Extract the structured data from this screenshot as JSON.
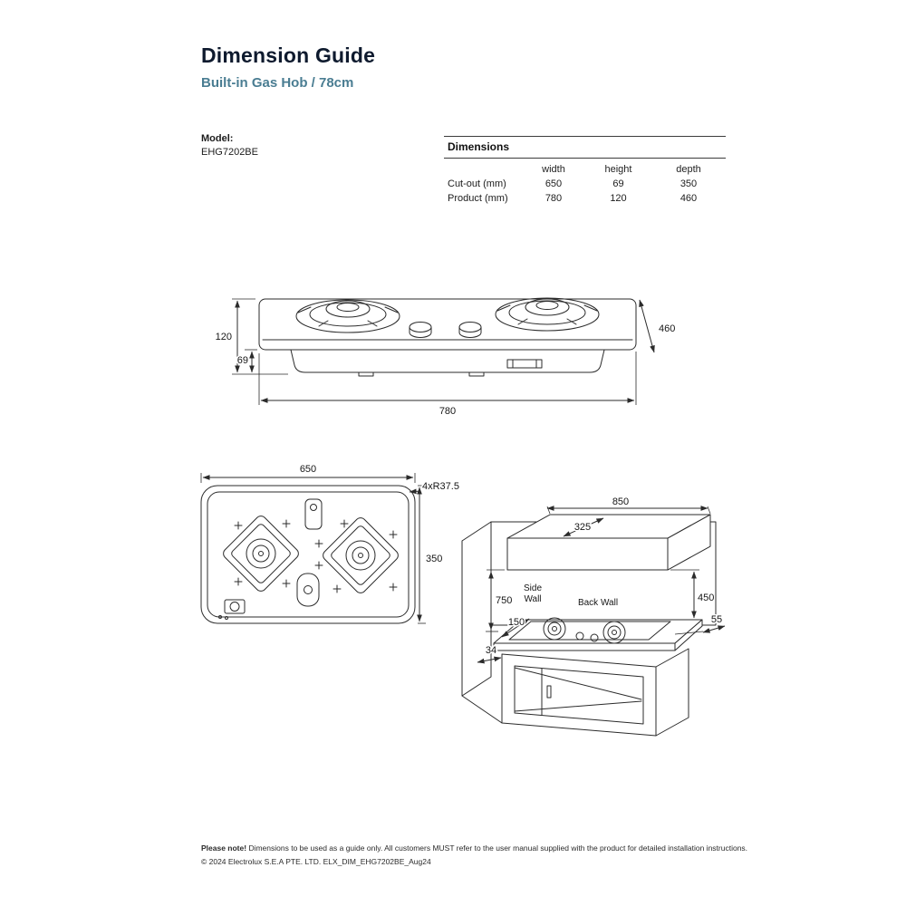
{
  "header": {
    "title": "Dimension Guide",
    "subtitle": "Built-in Gas Hob / 78cm"
  },
  "model": {
    "label": "Model:",
    "value": "EHG7202BE"
  },
  "dimensions_table": {
    "title": "Dimensions",
    "columns": [
      "width",
      "height",
      "depth"
    ],
    "rows": [
      {
        "label": "Cut-out (mm)",
        "values": [
          "650",
          "69",
          "350"
        ]
      },
      {
        "label": "Product (mm)",
        "values": [
          "780",
          "120",
          "460"
        ]
      }
    ]
  },
  "elevation_view": {
    "product_height": "120",
    "cutout_height": "69",
    "product_width": "780",
    "product_depth": "460"
  },
  "cutout_view": {
    "cutout_width": "650",
    "corner_radius": "4xR37.5",
    "cutout_depth": "350"
  },
  "installation_view": {
    "hood_width": "850",
    "hood_depth": "325",
    "left_clearance_height": "750",
    "right_clearance_height": "450",
    "back_clearance": "150",
    "side_clearance": "55",
    "front_clearance": "34",
    "side_wall_lines": [
      "Side",
      "Wall"
    ],
    "back_wall_label": "Back Wall"
  },
  "footer": {
    "note_label": "Please note!",
    "note_text": "Dimensions to be used as a guide only. All customers MUST refer to the user manual supplied with the product for detailed installation instructions.",
    "copyright": "© 2024 Electrolux S.E.A PTE. LTD. ELX_DIM_EHG7202BE_Aug24"
  }
}
